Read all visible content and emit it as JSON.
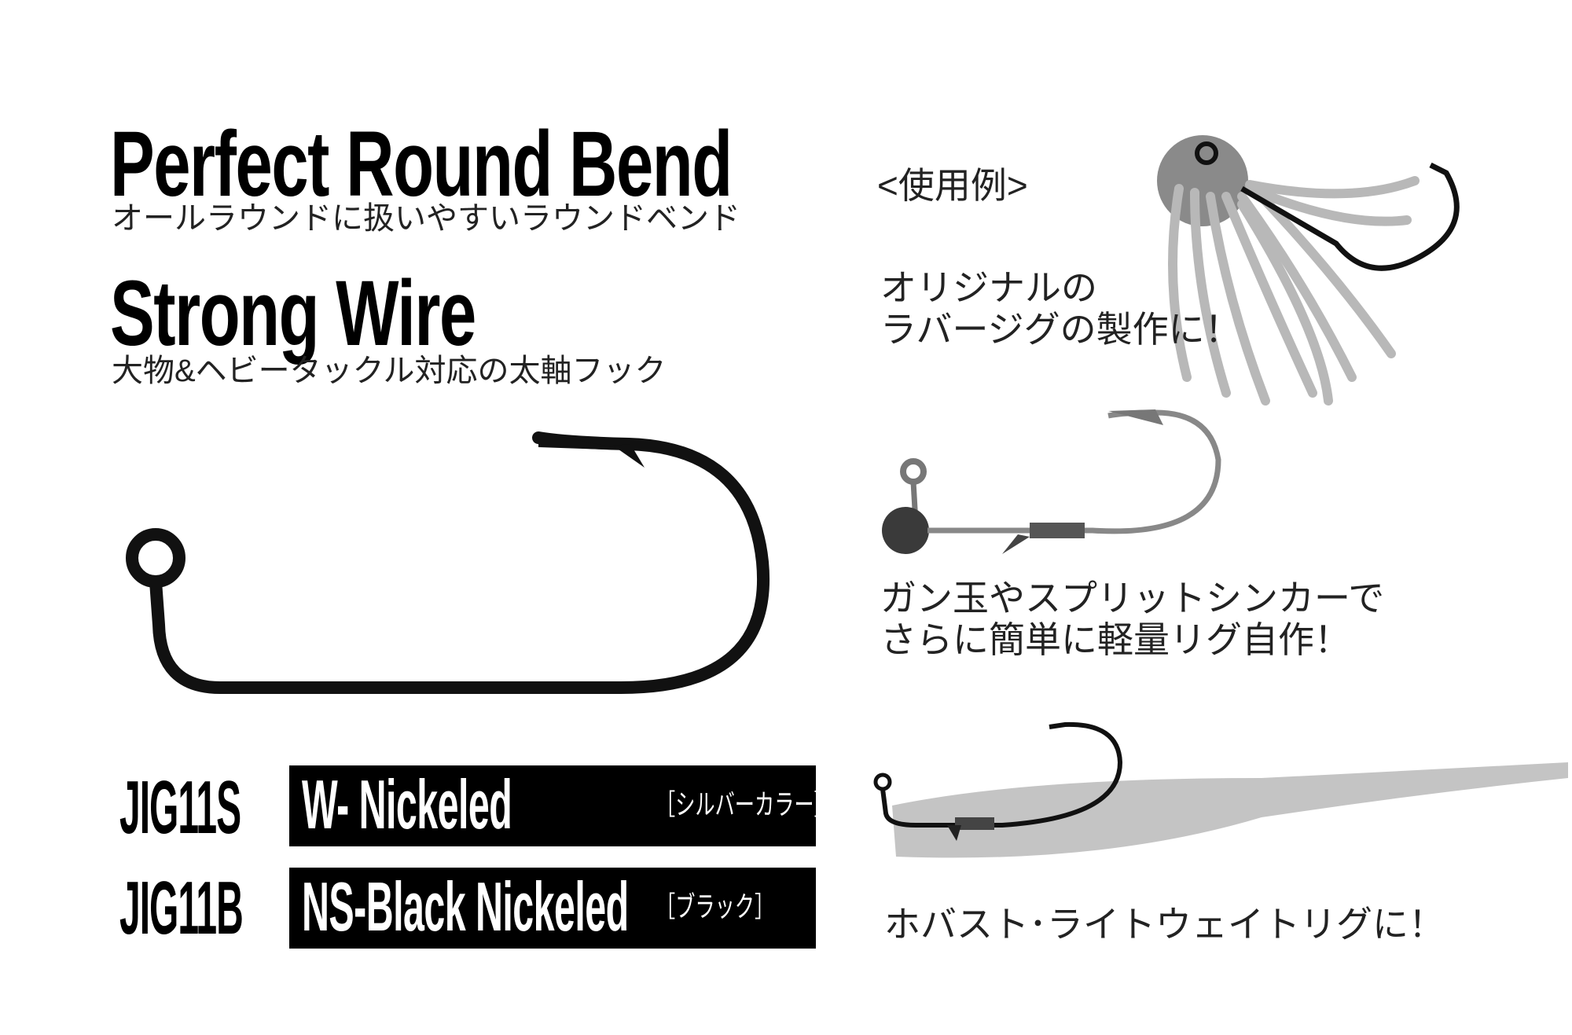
{
  "features": [
    {
      "title": "Perfect Round Bend",
      "description": "オールラウンドに扱いやすいラウンドベンド"
    },
    {
      "title": "Strong Wire",
      "description": "大物&ヘビータックル対応の太軸フック"
    }
  ],
  "models": [
    {
      "code": "JIG11S",
      "finish": "W- Nickeled",
      "color_note": "［シルバーカラー］"
    },
    {
      "code": "JIG11B",
      "finish": "NS-Black Nickeled",
      "color_note": "［ブラック］"
    }
  ],
  "usage": {
    "heading": "<使用例>",
    "examples": [
      {
        "line1": "オリジナルの",
        "line2": "ラバージグの製作に！"
      },
      {
        "line1": "ガン玉やスプリットシンカーで",
        "line2": "さらに簡単に軽量リグ自作！"
      },
      {
        "line1": "ホバスト･ライトウェイトリグに！"
      }
    ]
  },
  "colors": {
    "text": "#000000",
    "label_box": "#000000",
    "label_text": "#ffffff",
    "rubber_skirt": "#b8b8b8",
    "worm": "#c4c4c4"
  },
  "icons": [
    "jig-hook-illustration",
    "rubber-jig-illustration",
    "jighead-illustration",
    "worm-rig-illustration"
  ]
}
